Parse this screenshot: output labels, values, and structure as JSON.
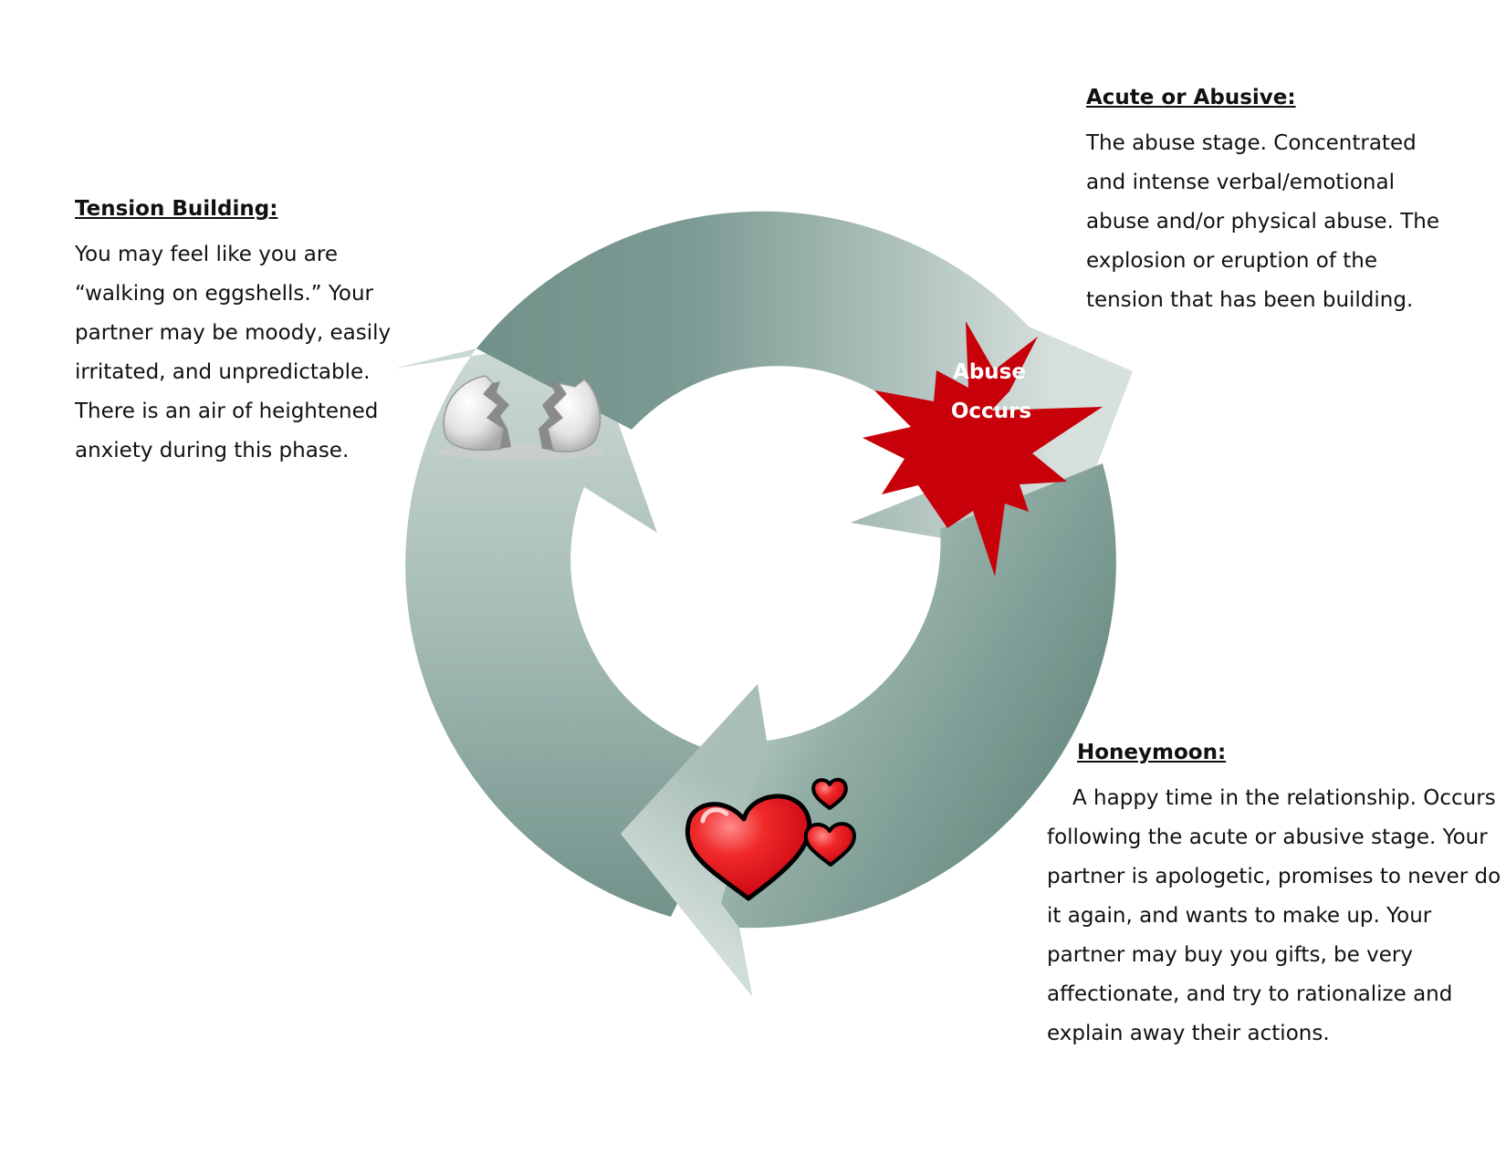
{
  "stages": {
    "tension": {
      "title": "Tension Building:",
      "text": "You may feel like you are “walking on eggshells.” Your partner may be moody, easily irritated, and unpredictable. There is an air of heightened anxiety during this phase."
    },
    "acute": {
      "title": "Acute or Abusive:",
      "text": "The abuse stage. Concentrated and intense verbal/emotional abuse and/or physical abuse. The explosion or eruption of the tension that has been building."
    },
    "honeymoon": {
      "title": "Honeymoon:",
      "text": "A happy time in the relationship. Occurs following the acute or abusive stage. Your partner is apologetic, promises to never do it again, and wants to make up. Your partner may buy you gifts, be very affectionate, and try to rationalize and explain away their actions."
    }
  },
  "burst": {
    "line1": "Abuse",
    "line2": "Occurs"
  },
  "icons": [
    "broken-eggshells-icon",
    "hearts-icon",
    "explosion-burst-icon"
  ],
  "colors": {
    "arrow_dark": "#6f9088",
    "arrow_light": "#d2dedb",
    "burst": "#c8000a",
    "heart": "#e4141e"
  }
}
